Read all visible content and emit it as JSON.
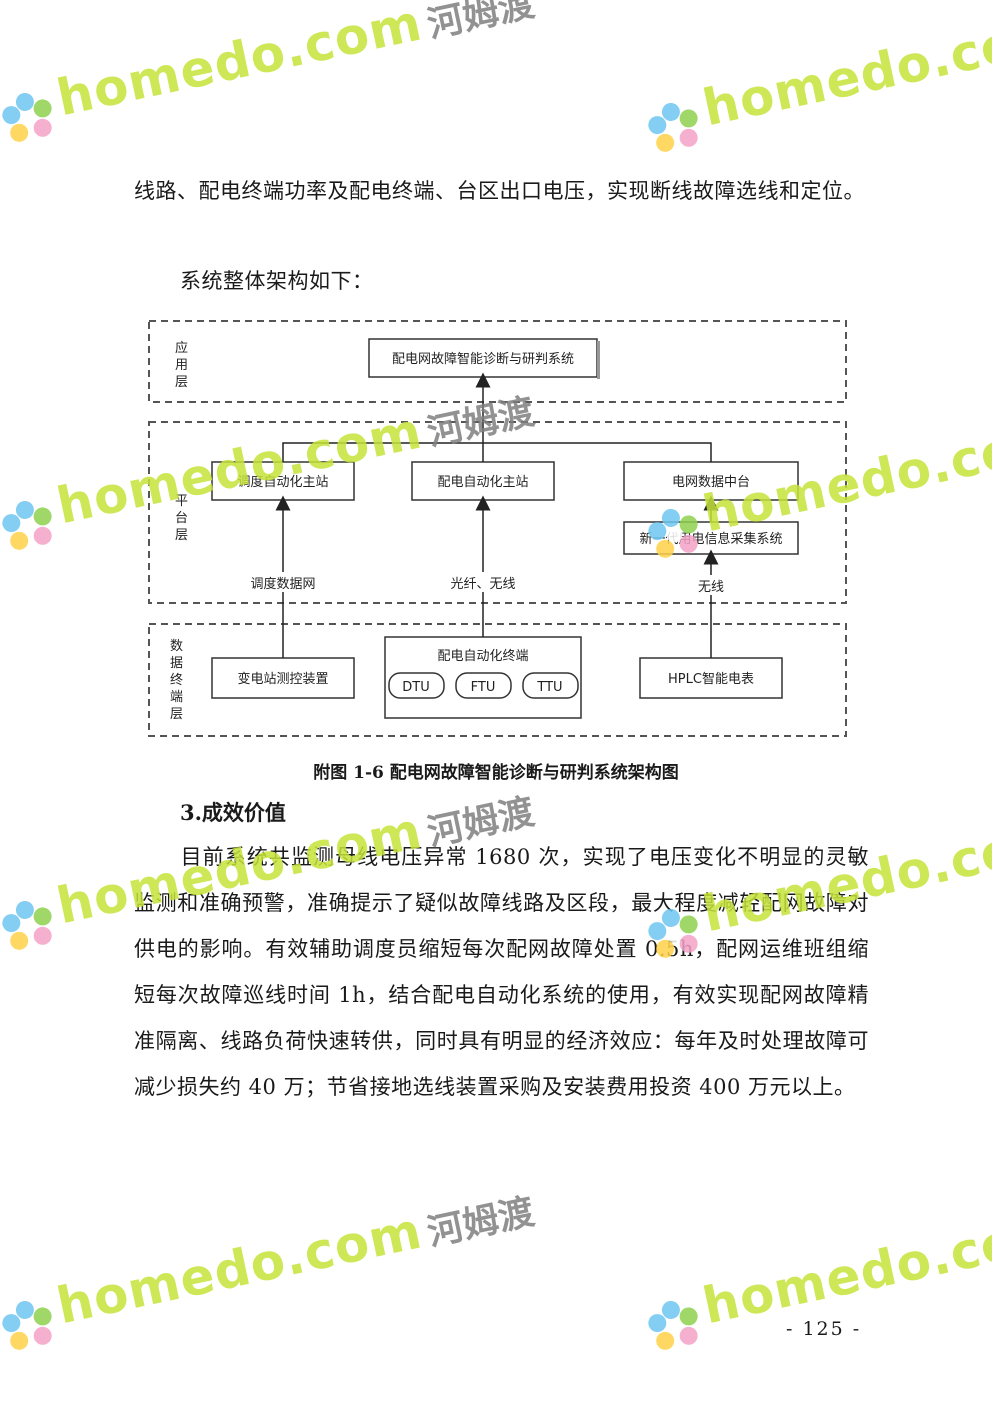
{
  "paragraphs": {
    "intro": "线路、配电终端功率及配电终端、台区出口电压，实现断线故障选线和定位。",
    "arch_lead": "系统整体架构如下：",
    "effect": "目前系统共监测母线电压异常 1680 次，实现了电压变化不明显的灵敏监测和准确预警，准确提示了疑似故障线路及区段，最大程度减轻配网故障对供电的影响。有效辅助调度员缩短每次配网故障处置 0.5h，配网运维班组缩短每次故障巡线时间 1h，结合配电自动化系统的使用，有效实现配网故障精准隔离、线路负荷快速转供，同时具有明显的经济效应：每年及时处理故障可减少损失约 40 万；节省接地选线装置采购及安装费用投资 400 万元以上。"
  },
  "diagram": {
    "layers": {
      "application": "应用层",
      "platform": "平台层",
      "terminal": "数据终端层"
    },
    "boxes": {
      "top_system": "配电网故障智能诊断与研判系统",
      "dispatch_master": "调度自动化主站",
      "distribution_master": "配电自动化主站",
      "grid_data_center": "电网数据中台",
      "new_gen_collection": "新一代用电信息采集系统",
      "substation_device": "变电站测控装置",
      "distribution_terminal": "配电自动化终端",
      "hplc_meter": "HPLC智能电表"
    },
    "terminals": [
      "DTU",
      "FTU",
      "TTU"
    ],
    "links": {
      "dispatch_network": "调度数据网",
      "fiber_wireless": "光纤、无线",
      "wireless": "无线"
    }
  },
  "caption": "附图 1-6  配电网故障智能诊断与研判系统架构图",
  "section_heading": "3.成效价值",
  "page_number": "- 125 -",
  "watermark": {
    "word": "homedo.com",
    "cn": "河姆渡",
    "colors": {
      "word": "#c6e33a",
      "cn": "#7f7f7f",
      "petals": [
        "#6ec6f0",
        "#8fd14f",
        "#f5a3c7",
        "#ffd24a"
      ]
    }
  }
}
